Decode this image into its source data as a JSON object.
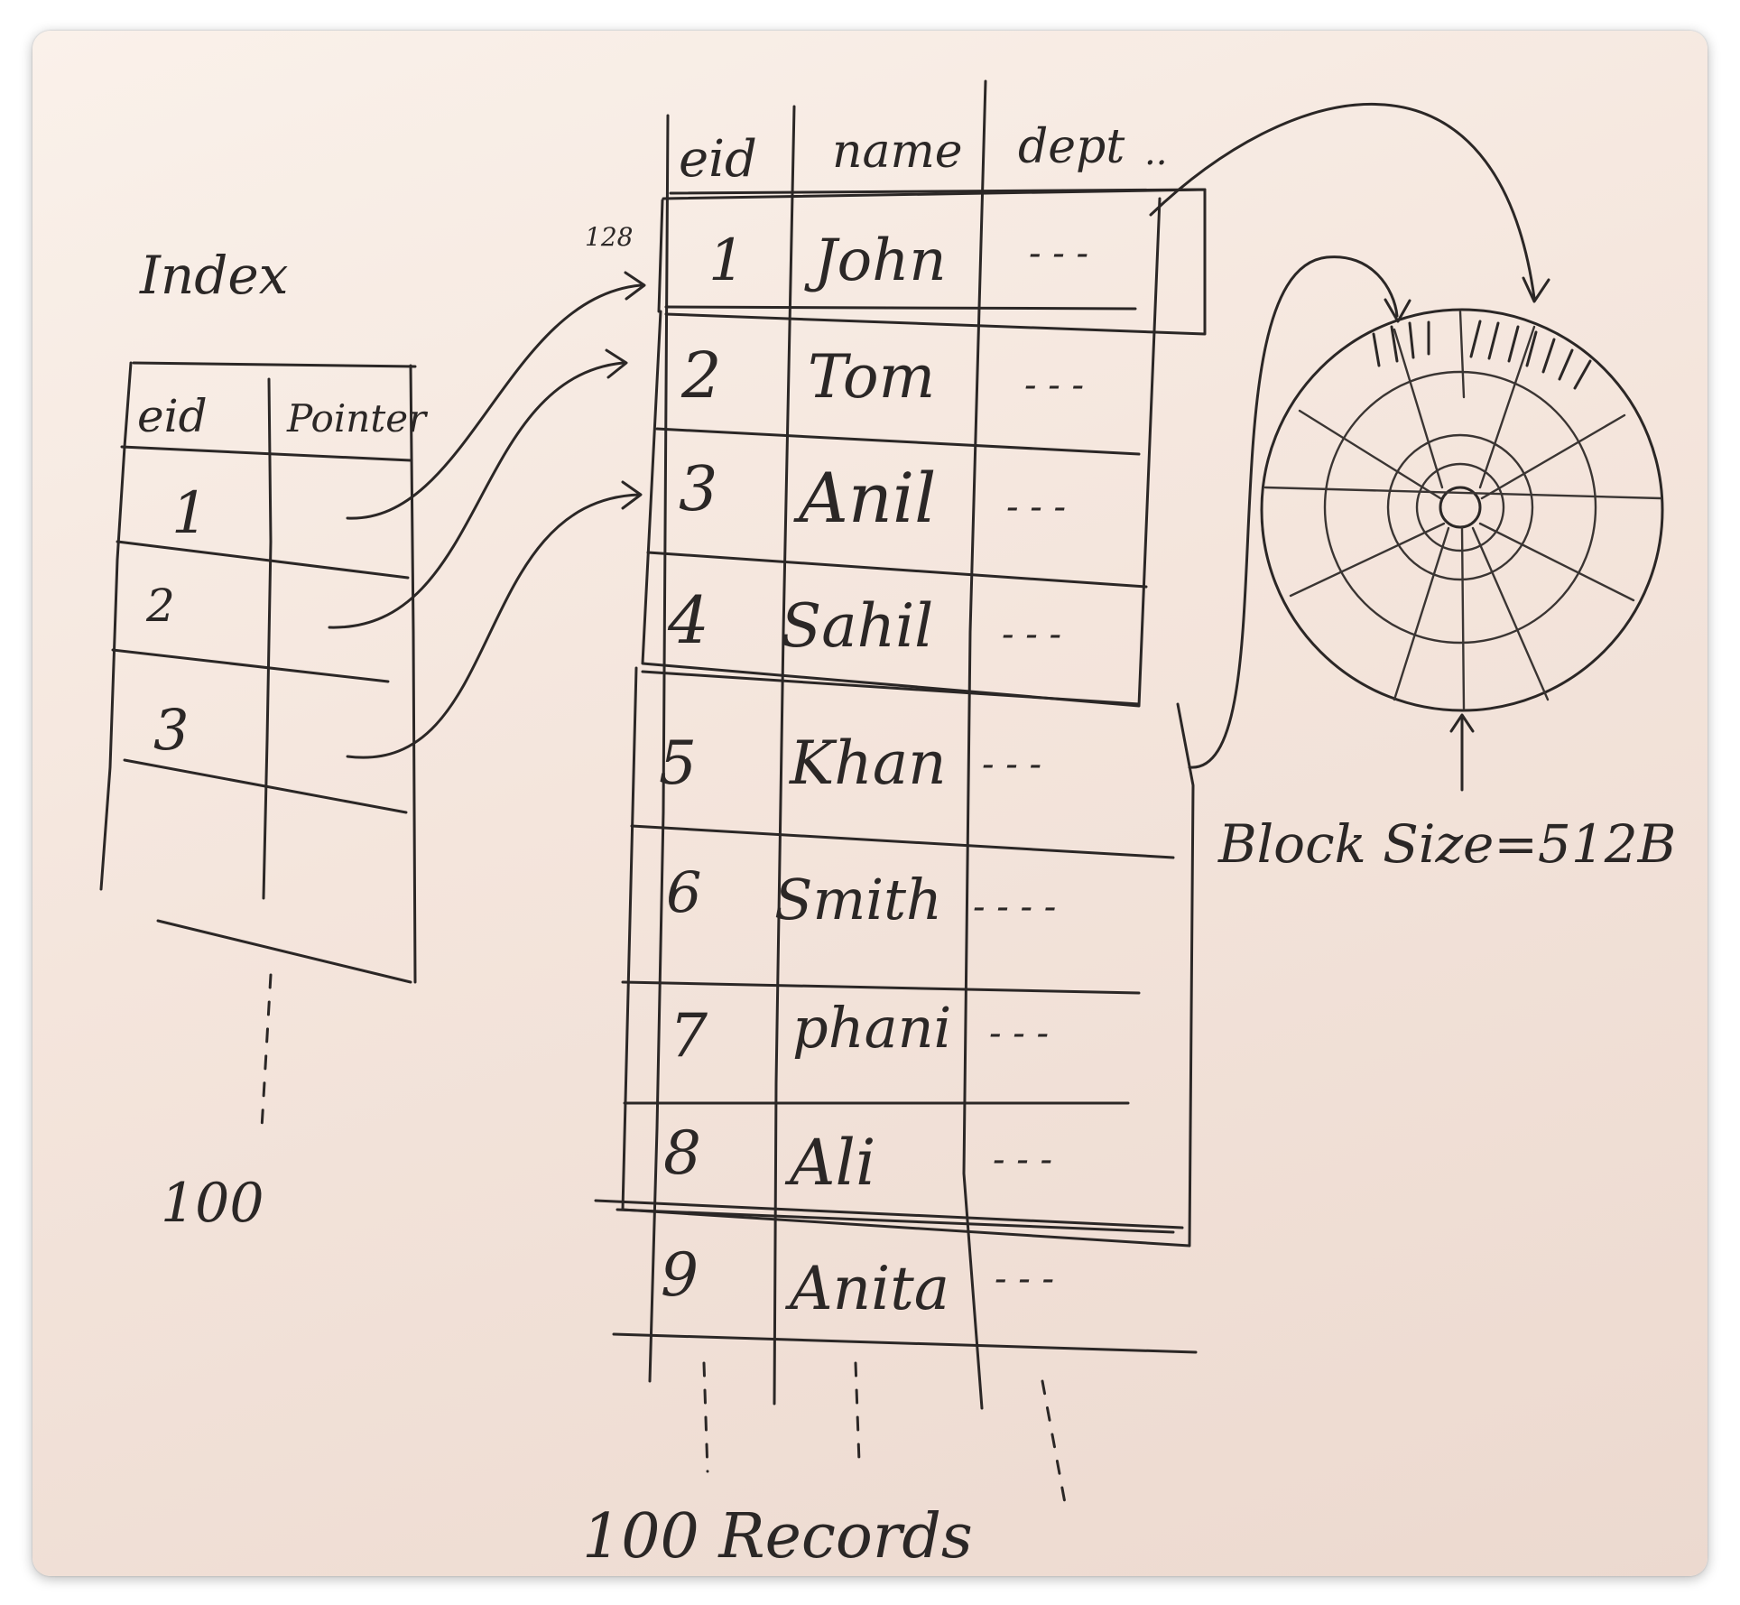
{
  "index_title": "Index",
  "index_table": {
    "headers": [
      "eid",
      "Pointer"
    ],
    "rows": [
      "1",
      "2",
      "3"
    ],
    "count": "100"
  },
  "data_table": {
    "headers": [
      "eid",
      "name",
      "dept"
    ],
    "header_ellipsis": "..",
    "rows": [
      {
        "eid": "1",
        "name": "John",
        "dept": "- - -"
      },
      {
        "eid": "2",
        "name": "Tom",
        "dept": "- - -"
      },
      {
        "eid": "3",
        "name": "Anil",
        "dept": "- - -"
      },
      {
        "eid": "4",
        "name": "Sahil",
        "dept": "- - -"
      },
      {
        "eid": "5",
        "name": "Khan",
        "dept": "- - -"
      },
      {
        "eid": "6",
        "name": "Smith",
        "dept": "- - - -"
      },
      {
        "eid": "7",
        "name": "phani",
        "dept": "- - -"
      },
      {
        "eid": "8",
        "name": "Ali",
        "dept": "- - -"
      },
      {
        "eid": "9",
        "name": "Anita",
        "dept": "- - -"
      }
    ],
    "offset_label": "128",
    "footer": "100 Records"
  },
  "disk": {
    "block_size_label": "Block Size=512B"
  }
}
